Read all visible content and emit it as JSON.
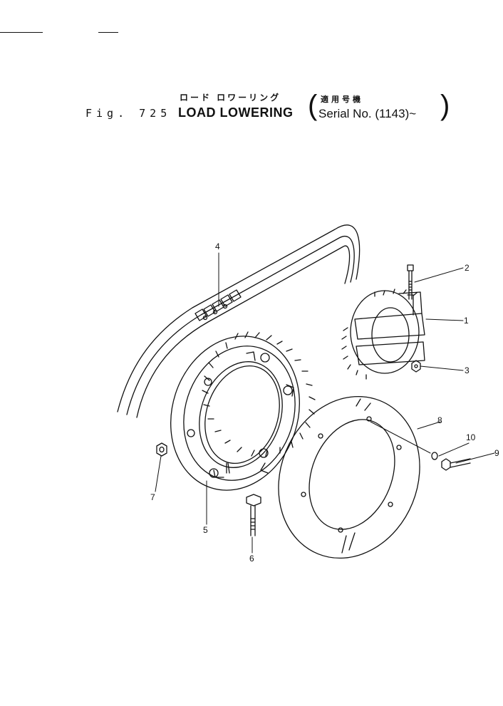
{
  "header": {
    "jp_title": "ロード ロワーリング",
    "jp_serial": "適用号機",
    "fig_label": "Fig. 725",
    "title": "LOAD LOWERING",
    "serial": "Serial No. (1143)~"
  },
  "callouts": [
    {
      "id": "1",
      "label": "1"
    },
    {
      "id": "2",
      "label": "2"
    },
    {
      "id": "3",
      "label": "3"
    },
    {
      "id": "4",
      "label": "4"
    },
    {
      "id": "5",
      "label": "5"
    },
    {
      "id": "6",
      "label": "6"
    },
    {
      "id": "7",
      "label": "7"
    },
    {
      "id": "8",
      "label": "8"
    },
    {
      "id": "9",
      "label": "9"
    },
    {
      "id": "10",
      "label": "10"
    }
  ]
}
